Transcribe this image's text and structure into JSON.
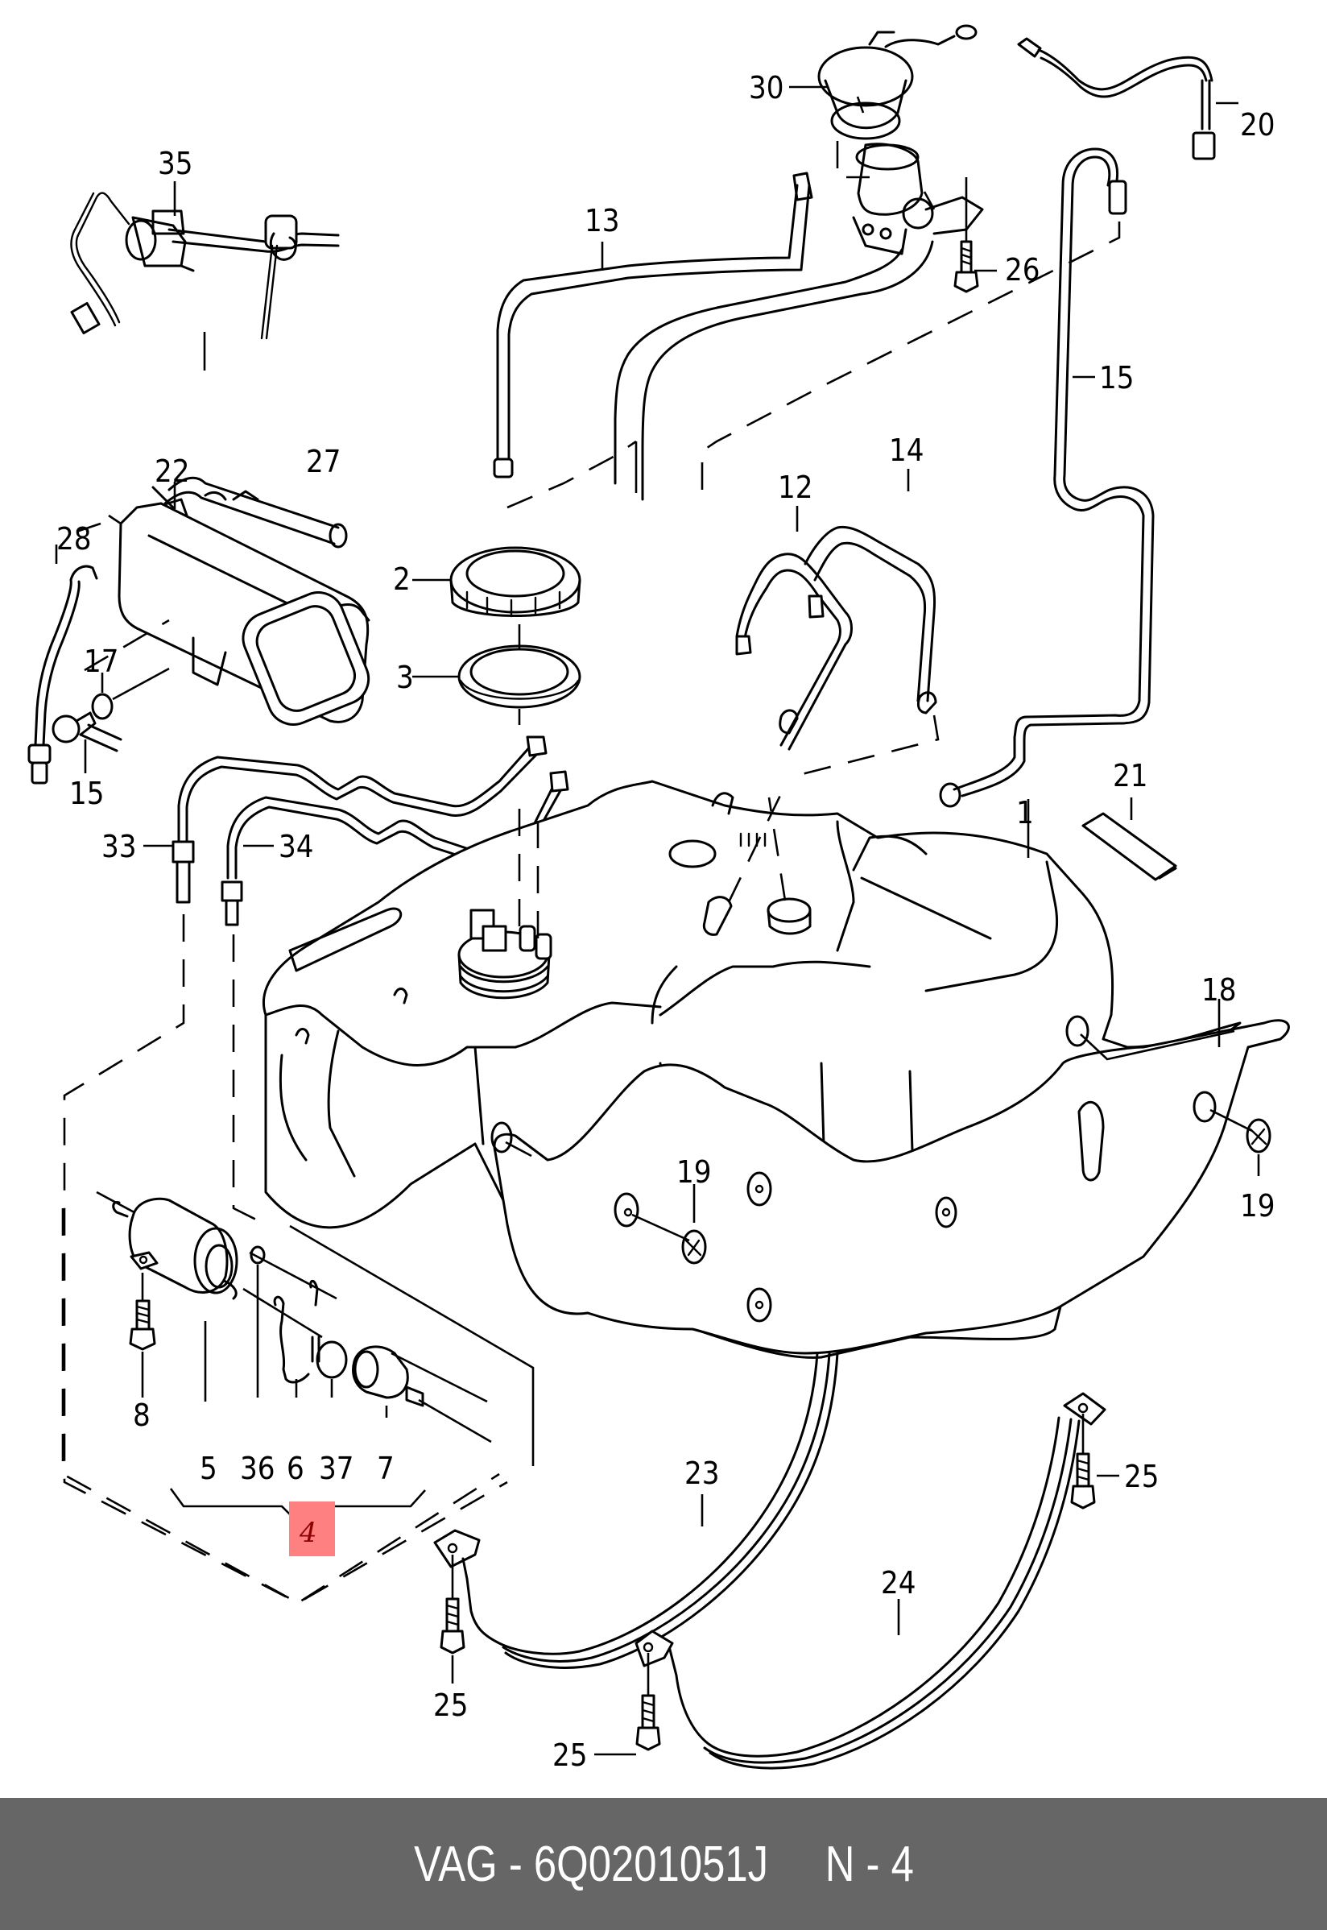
{
  "diagram": {
    "title": "Fuel tank assembly exploded view",
    "highlight_color": "#ff8080",
    "highlighted_part": "4",
    "callouts": {
      "c1": "1",
      "c2": "2",
      "c3": "3",
      "c4": "4",
      "c5": "5",
      "c6": "6",
      "c7": "7",
      "c8": "8",
      "c12": "12",
      "c13": "13",
      "c14": "14",
      "c15a": "15",
      "c15b": "15",
      "c17": "17",
      "c18": "18",
      "c19a": "19",
      "c19b": "19",
      "c20": "20",
      "c21": "21",
      "c22": "22",
      "c23": "23",
      "c24": "24",
      "c25a": "25",
      "c25b": "25",
      "c25c": "25",
      "c26": "26",
      "c27": "27",
      "c28": "28",
      "c30": "30",
      "c33": "33",
      "c34": "34",
      "c35": "35",
      "c36": "36",
      "c37": "37"
    }
  },
  "footer": {
    "brand": "VAG",
    "separator": "-",
    "part_number": "6Q0201051J",
    "position_prefix": "N",
    "position_number": "4",
    "text": "VAG - 6Q0201051J     N - 4"
  }
}
